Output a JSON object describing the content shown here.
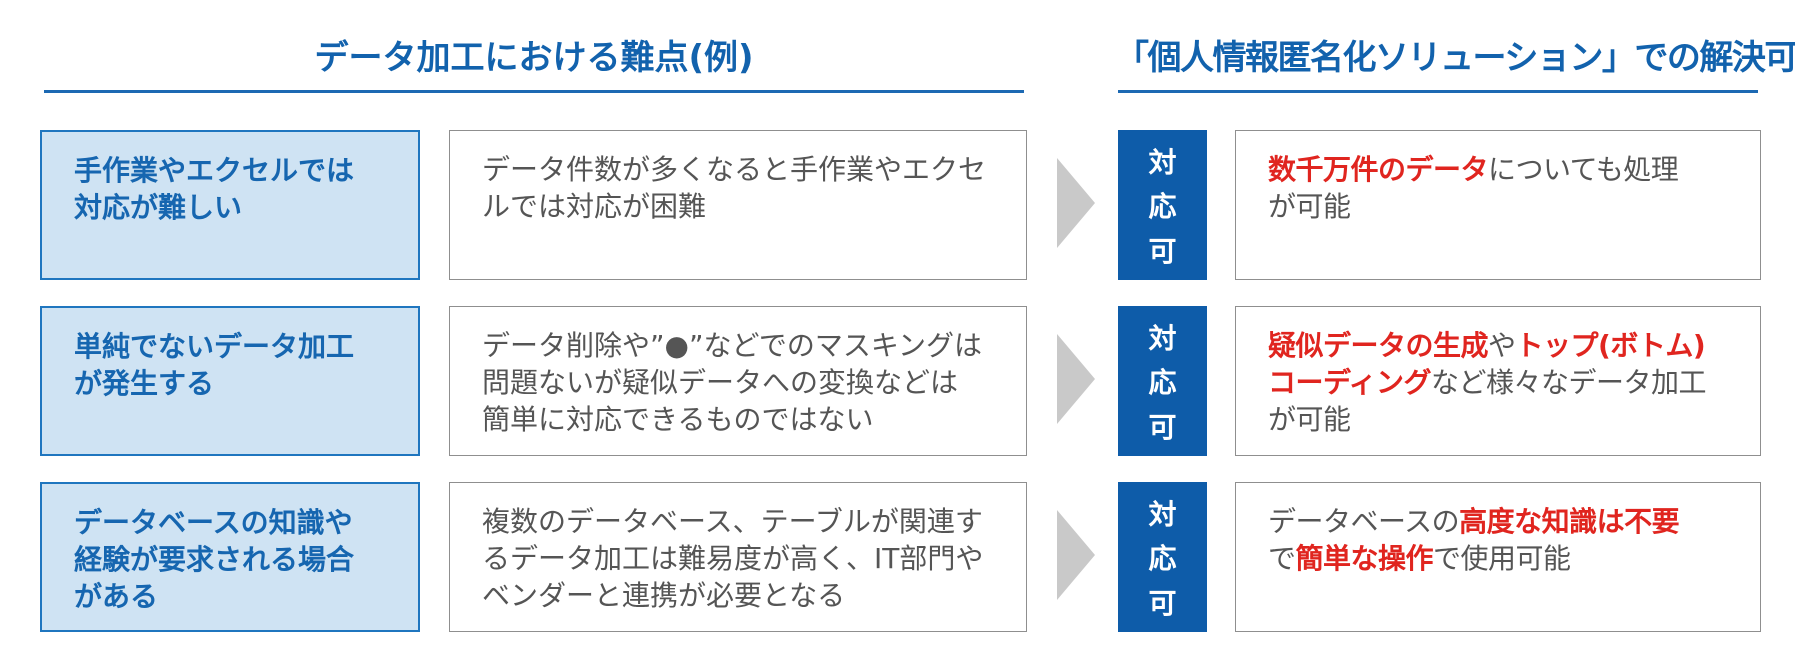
{
  "header": {
    "left_title": "データ加工における難点(例)",
    "right_title": "「個人情報匿名化ソリューション」での解決可否"
  },
  "colors": {
    "accent_blue": "#1262ad",
    "issue_bg": "#cfe3f3",
    "verdict_bg": "#0e5ca9",
    "highlight_red": "#e0251f",
    "arrow_gray": "#c9c9c9"
  },
  "rows": [
    {
      "issue": "手作業やエクセルでは\n対応が難しい",
      "detail": "データ件数が多くなると手作業やエクセ\nルでは対応が困難",
      "verdict": [
        "対",
        "応",
        "可"
      ],
      "solution": [
        {
          "text": "数千万件のデータ",
          "highlight": true
        },
        {
          "text": "についても処理\nが可能",
          "highlight": false
        }
      ]
    },
    {
      "issue": "単純でないデータ加工\nが発生する",
      "detail": "データ削除や”●”などでのマスキングは\n問題ないが疑似データへの変換などは\n簡単に対応できるものではない",
      "verdict": [
        "対",
        "応",
        "可"
      ],
      "solution": [
        {
          "text": "疑似データの生成",
          "highlight": true
        },
        {
          "text": "や",
          "highlight": false
        },
        {
          "text": "トップ(ボトム)\nコーディング",
          "highlight": true
        },
        {
          "text": "など様々なデータ加工\nが可能",
          "highlight": false
        }
      ]
    },
    {
      "issue": "データベースの知識や\n経験が要求される場合\nがある",
      "detail": "複数のデータベース、テーブルが関連す\nるデータ加工は難易度が高く、IT部門や\nベンダーと連携が必要となる",
      "verdict": [
        "対",
        "応",
        "可"
      ],
      "solution": [
        {
          "text": "データベースの",
          "highlight": false
        },
        {
          "text": "高度な知識は不要",
          "highlight": true
        },
        {
          "text": "\nで",
          "highlight": false
        },
        {
          "text": "簡単な操作",
          "highlight": true
        },
        {
          "text": "で使用可能",
          "highlight": false
        }
      ]
    }
  ]
}
